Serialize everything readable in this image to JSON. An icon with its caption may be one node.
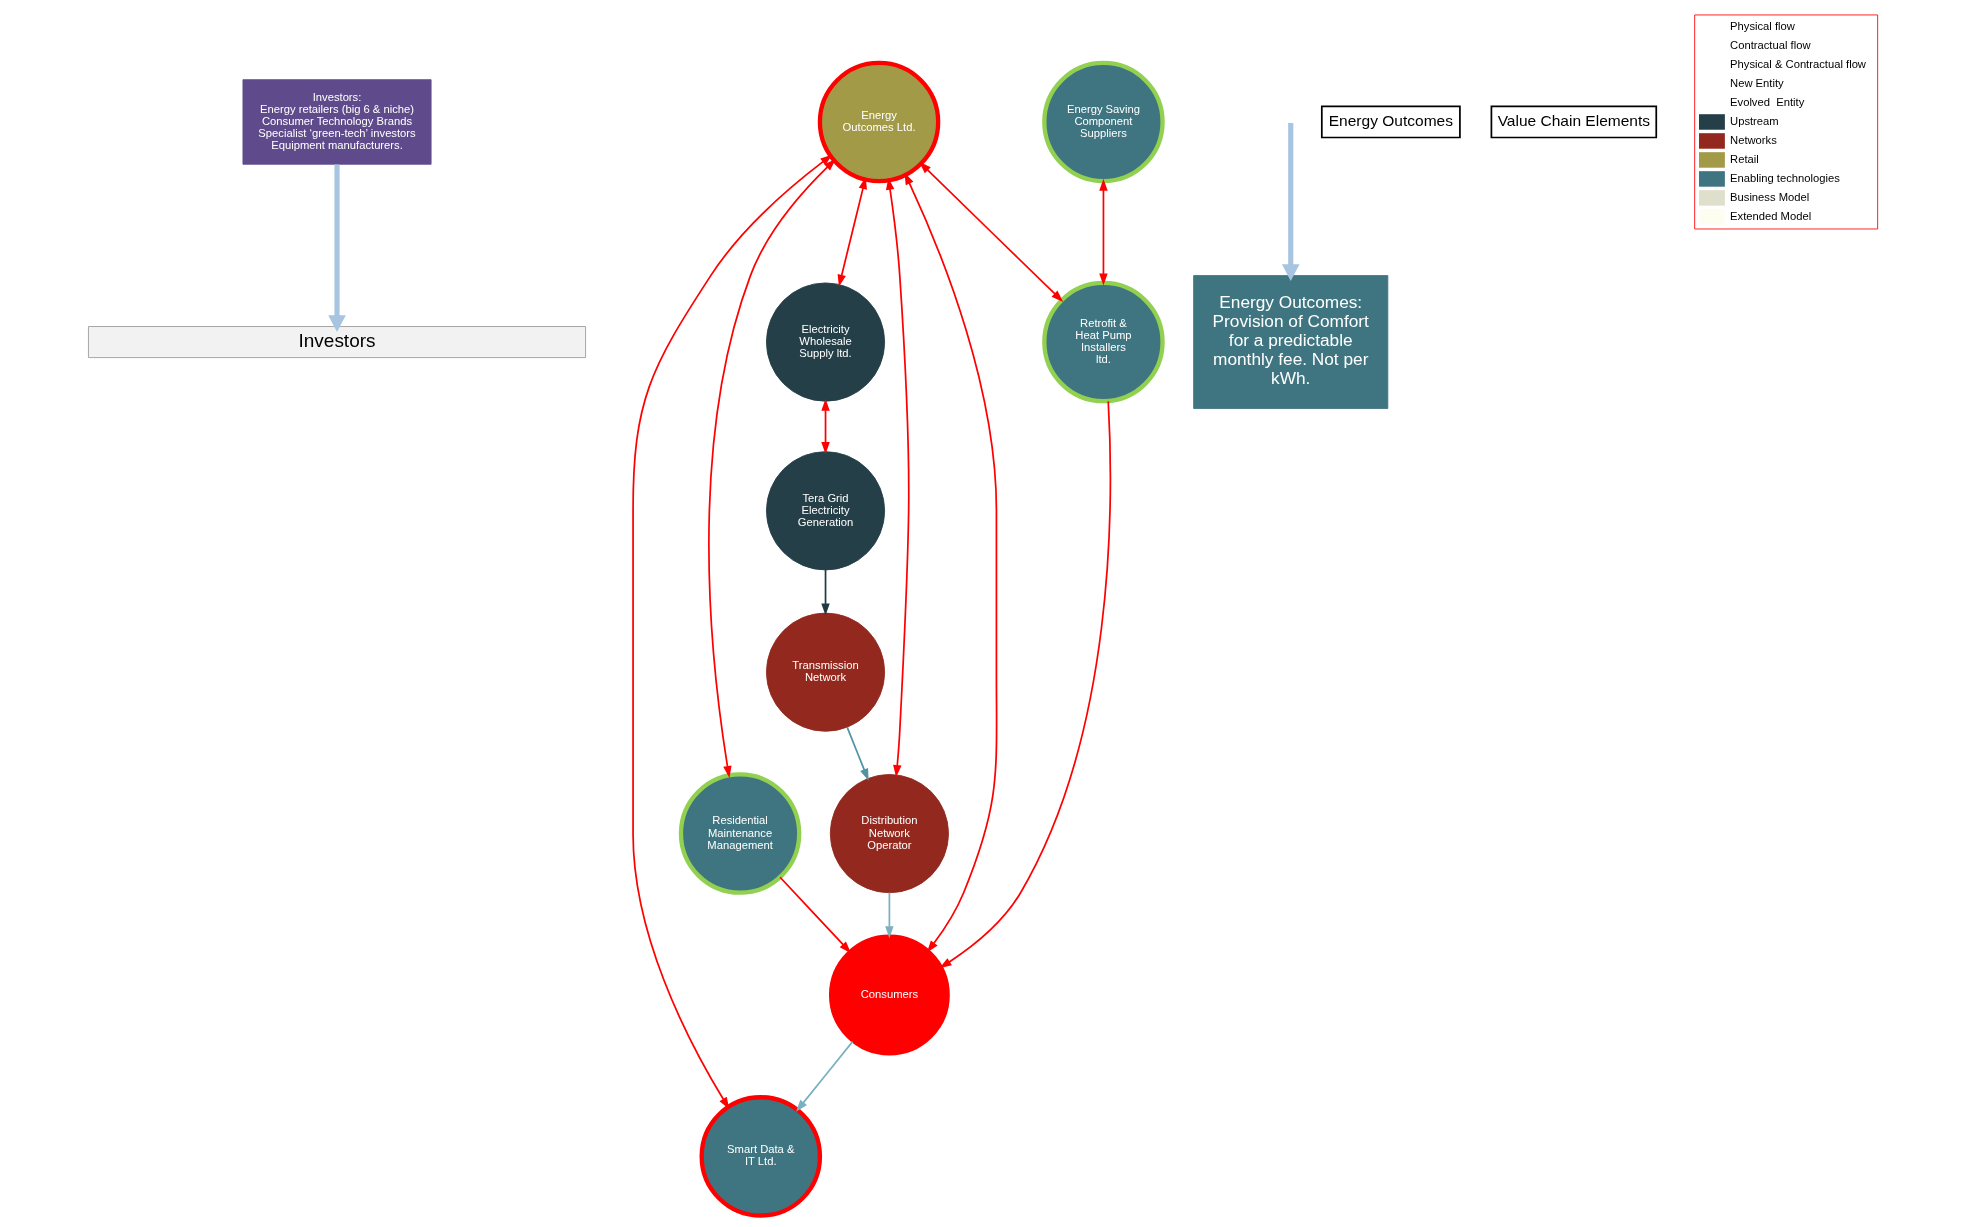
{
  "diagram": {
    "nodes": [
      {
        "text": [
          "Investors"
        ]
      },
      {
        "text": [
          "Energy Outcomes Ltd."
        ]
      },
      {
        "text": [
          "Smart Data & IT Ltd."
        ]
      },
      {
        "text": [
          "Energy Saving Component Suppliers"
        ]
      },
      {
        "text": [
          "Residential Maintenance Management"
        ]
      },
      {
        "text": [
          "Consumers"
        ]
      },
      {
        "text": [
          "Electricity Wholesale Supply ltd."
        ]
      },
      {
        "text": [
          "Retrofit & Heat Pump Installers ltd."
        ]
      },
      {
        "text": [
          "Tera Grid Electricity Generation"
        ]
      },
      {
        "text": [
          "Transmission Network"
        ]
      },
      {
        "text": [
          "Distribution Network Operator"
        ]
      },
      {
        "text": [
          "Investors:",
          "Energy retailers (big 6 & niche)",
          "Consumer Technology Brands",
          "Specialist ‘green-tech’ investors",
          "Equipment manufacturers."
        ]
      },
      {
        "text": [
          "Energy Outcomes: Provision of Comfort for a predictable monthly fee. Not per kWh."
        ]
      }
    ],
    "edges": [
      {
        "from": 11,
        "to": 0,
        "arrow": "to",
        "color": "#a7c4e0",
        "style": "thick"
      },
      {
        "from": 1,
        "to": 2,
        "arrow": "both"
      },
      {
        "from": 1,
        "to": 6,
        "arrow": "both"
      },
      {
        "from": 1,
        "to": 10,
        "arrow": "both"
      },
      {
        "from": 1,
        "to": 7,
        "arrow": "both"
      },
      {
        "from": 1,
        "to": 4,
        "arrow": "both"
      },
      {
        "from": 1,
        "to": 5,
        "arrow": "both"
      },
      {
        "from": 4,
        "to": 5,
        "arrow": "to"
      },
      {
        "from": 3,
        "to": 7,
        "arrow": "both"
      },
      {
        "from": 7,
        "to": 5,
        "arrow": "to"
      },
      {
        "from": 5,
        "to": 2,
        "arrow": "to",
        "color": "#7ab0c0"
      },
      {
        "from": 6,
        "to": 8,
        "arrow": "both"
      },
      {
        "from": 8,
        "to": 9,
        "arrow": "to",
        "color": "#1f3a40"
      },
      {
        "from": 9,
        "to": 10,
        "arrow": "to",
        "color": "#4f93a5"
      },
      {
        "from": 10,
        "to": 5,
        "arrow": "to",
        "color": "#7ab0c0"
      },
      {
        "from": null,
        "to": 12,
        "arrow": "to",
        "color": "#a7c4e0",
        "style": "thick"
      }
    ],
    "labels": [
      "Energy Outcomes",
      "Value Chain Elements"
    ],
    "legend": [
      {
        "text": "Physical flow"
      },
      {
        "text": "Contractual flow"
      },
      {
        "text": "Physical & Contractual flow"
      },
      {
        "text": "New Entity"
      },
      {
        "text": "Evolved  Entity"
      },
      {
        "text": "Upstream",
        "color": "#243f47"
      },
      {
        "text": "Networks",
        "color": "#93291e"
      },
      {
        "text": "Retail",
        "color": "#a39a48"
      },
      {
        "text": "Enabling technologies",
        "color": "#3f7580"
      },
      {
        "text": "Business Model",
        "color": "#e0dfcc"
      },
      {
        "text": "Extended Model",
        "color": "#fdfdf0"
      }
    ]
  }
}
